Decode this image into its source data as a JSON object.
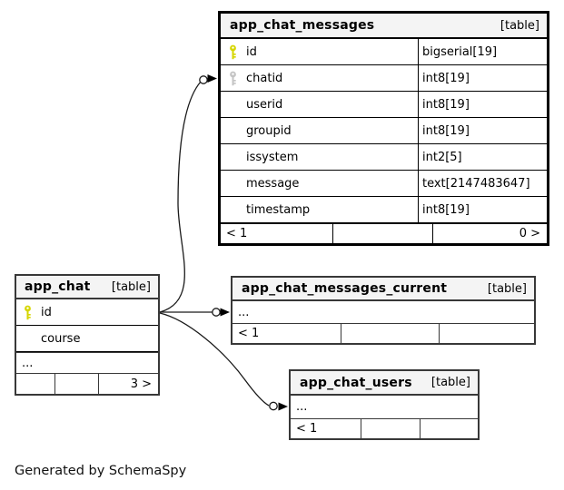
{
  "diagram": {
    "footer_note": "Generated by SchemaSpy",
    "colors": {
      "header_bg": "#f4f4f4",
      "strong_border": "#000000",
      "normal_border": "#383838",
      "primary_key": "#d6d600",
      "foreign_key": "#c4c4c4"
    },
    "edges": [
      {
        "from": "app_chat.id",
        "to": "app_chat_messages.chatid"
      },
      {
        "from": "app_chat.id",
        "to": "app_chat_messages_current"
      },
      {
        "from": "app_chat.id",
        "to": "app_chat_users"
      }
    ]
  },
  "tables": {
    "app_chat_messages": {
      "title": "app_chat_messages",
      "tag": "[table]",
      "columns": [
        {
          "name": "id",
          "type": "bigserial[19]",
          "key": "primary"
        },
        {
          "name": "chatid",
          "type": "int8[19]",
          "key": "foreign"
        },
        {
          "name": "userid",
          "type": "int8[19]",
          "key": ""
        },
        {
          "name": "groupid",
          "type": "int8[19]",
          "key": ""
        },
        {
          "name": "issystem",
          "type": "int2[5]",
          "key": ""
        },
        {
          "name": "message",
          "type": "text[2147483647]",
          "key": ""
        },
        {
          "name": "timestamp",
          "type": "int8[19]",
          "key": ""
        }
      ],
      "footer": {
        "left": "< 1",
        "mid": "",
        "right": "0 >"
      }
    },
    "app_chat": {
      "title": "app_chat",
      "tag": "[table]",
      "columns": [
        {
          "name": "id",
          "key": "primary"
        },
        {
          "name": "course",
          "key": ""
        }
      ],
      "ellipsis": "...",
      "footer": {
        "left": "",
        "mid": "",
        "right": "3 >"
      }
    },
    "app_chat_messages_current": {
      "title": "app_chat_messages_current",
      "tag": "[table]",
      "ellipsis": "...",
      "footer": {
        "left": "< 1",
        "mid": "",
        "right": ""
      }
    },
    "app_chat_users": {
      "title": "app_chat_users",
      "tag": "[table]",
      "ellipsis": "...",
      "footer": {
        "left": "< 1",
        "mid": "",
        "right": ""
      }
    }
  }
}
